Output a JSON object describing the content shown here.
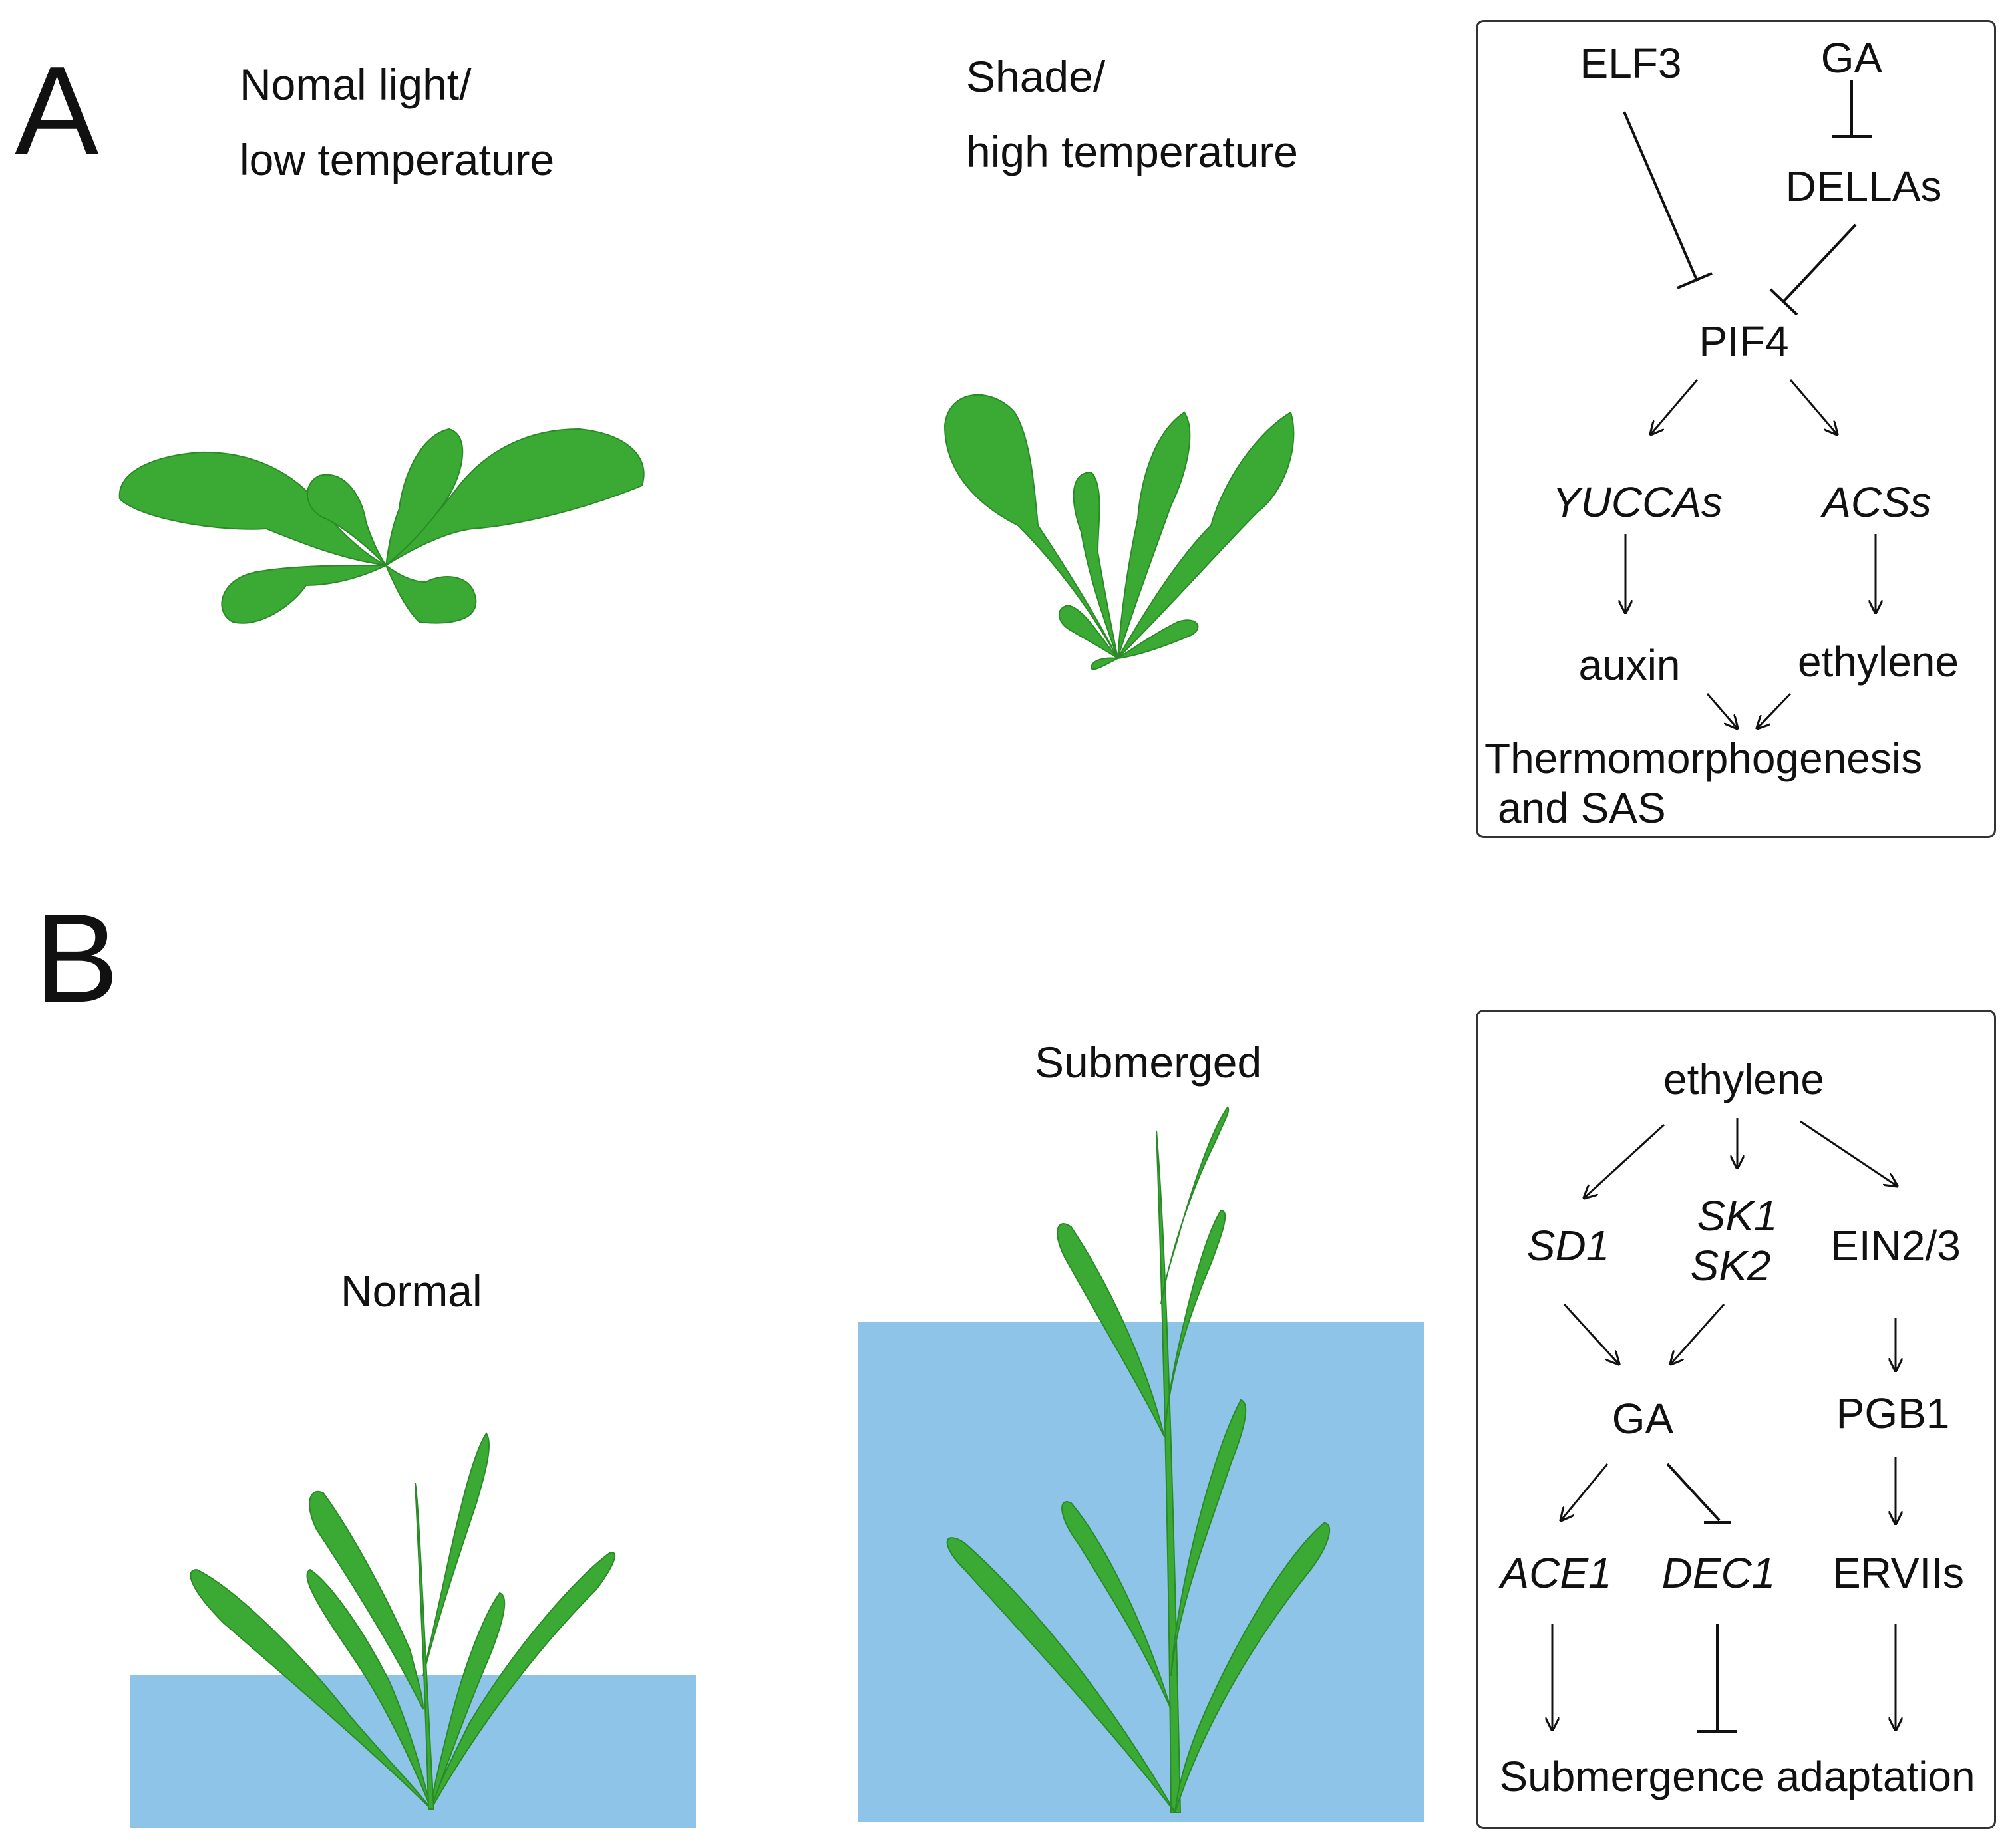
{
  "panels": {
    "a": {
      "letter": "A",
      "normal_condition": [
        "Nomal light/",
        "low temperature"
      ],
      "shade_condition": [
        "Shade/",
        "high temperature"
      ],
      "pathway": {
        "elf3": "ELF3",
        "ga": "GA",
        "dellas": "DELLAs",
        "pif4": "PIF4",
        "yuccas": "YUCCAs",
        "acss": "ACSs",
        "auxin": "auxin",
        "ethylene": "ethylene",
        "outcome": [
          "Thermomorphogenesis",
          "and SAS"
        ]
      }
    },
    "b": {
      "letter": "B",
      "normal_condition": "Normal",
      "submerged_condition": "Submerged",
      "pathway": {
        "ethylene": "ethylene",
        "sd1": "SD1",
        "sk": [
          "SK1",
          "SK2"
        ],
        "ein": "EIN2/3",
        "ga": "GA",
        "pgb1": "PGB1",
        "ace1": "ACE1",
        "dec1": "DEC1",
        "ervii": "ERVIIs",
        "outcome": "Submergence adaptation"
      }
    }
  },
  "colors": {
    "leaf": "#3aaa35",
    "leaf_stroke": "#2a8a26",
    "water": "#8dc4e8",
    "line": "#111111"
  }
}
